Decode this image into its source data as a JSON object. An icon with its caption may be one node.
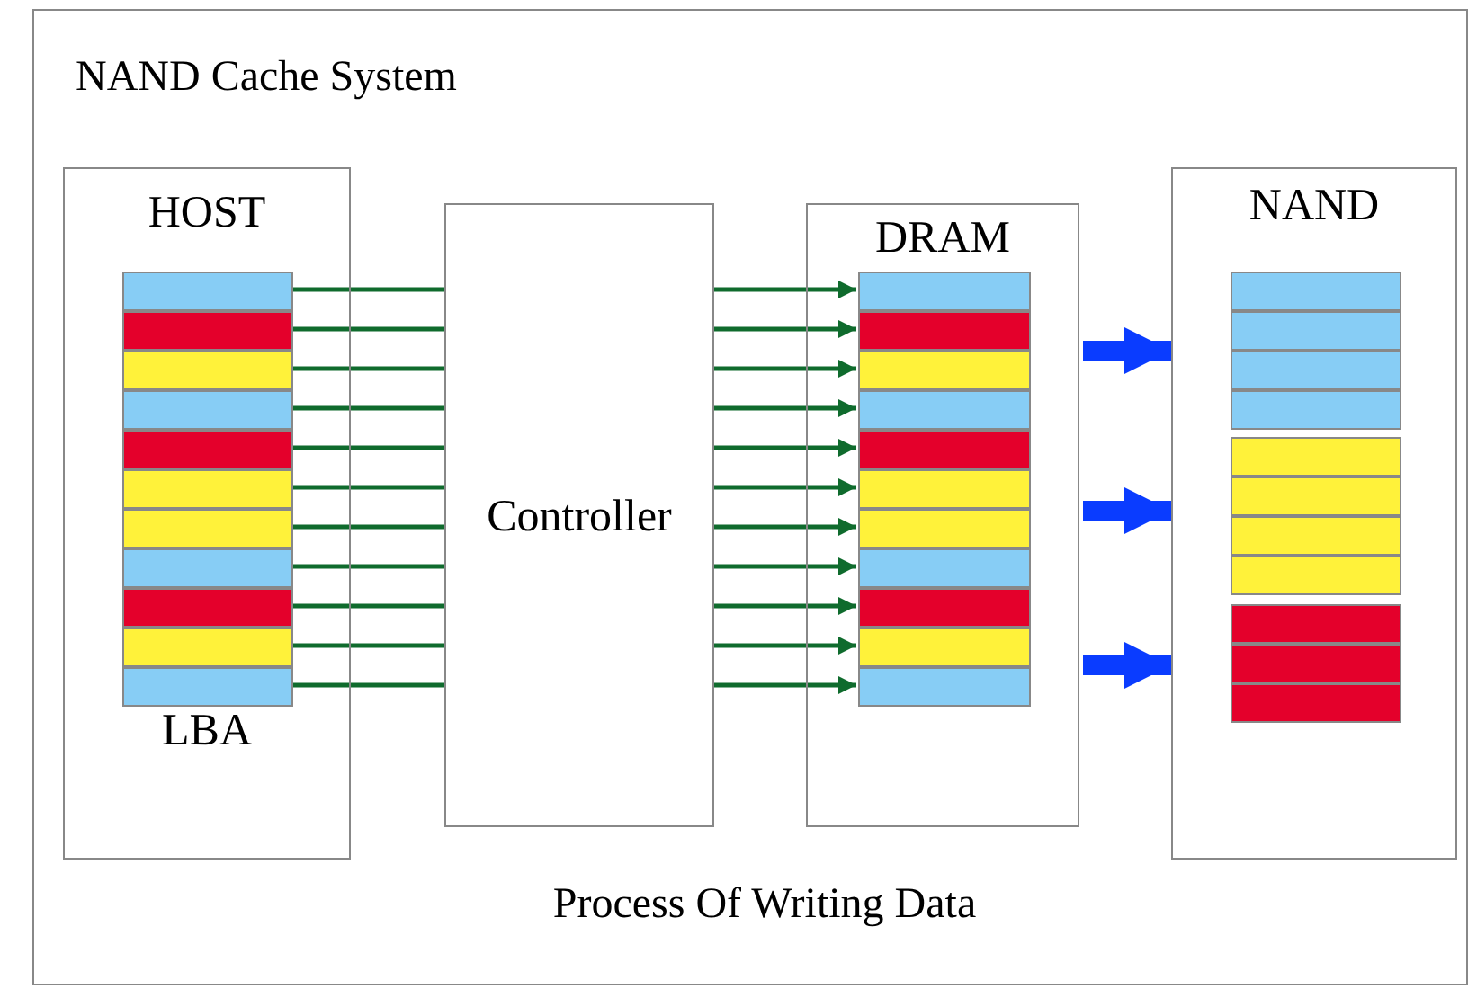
{
  "diagram": {
    "title": "NAND Cache System",
    "caption": "Process Of Writing Data",
    "nodes": [
      {
        "text": [
          "HOST",
          "LBA"
        ]
      },
      {
        "text": [],
        "shape": "bar",
        "in": 0
      },
      {
        "text": [],
        "shape": "bar",
        "in": 0
      },
      {
        "text": [],
        "shape": "bar",
        "in": 0
      },
      {
        "text": [],
        "shape": "bar",
        "in": 0
      },
      {
        "text": [],
        "shape": "bar",
        "in": 0
      },
      {
        "text": [],
        "shape": "bar",
        "in": 0
      },
      {
        "text": [],
        "shape": "bar",
        "in": 0
      },
      {
        "text": [],
        "shape": "bar",
        "in": 0
      },
      {
        "text": [],
        "shape": "bar",
        "in": 0
      },
      {
        "text": [],
        "shape": "bar",
        "in": 0
      },
      {
        "text": [],
        "shape": "bar",
        "in": 0
      },
      {
        "text": [
          "Controller"
        ]
      },
      {
        "text": [
          "DRAM"
        ]
      },
      {
        "text": [],
        "shape": "bar",
        "in": 13
      },
      {
        "text": [],
        "shape": "bar",
        "in": 13
      },
      {
        "text": [],
        "shape": "bar",
        "in": 13
      },
      {
        "text": [],
        "shape": "bar",
        "in": 13
      },
      {
        "text": [],
        "shape": "bar",
        "in": 13
      },
      {
        "text": [],
        "shape": "bar",
        "in": 13
      },
      {
        "text": [],
        "shape": "bar",
        "in": 13
      },
      {
        "text": [],
        "shape": "bar",
        "in": 13
      },
      {
        "text": [],
        "shape": "bar",
        "in": 13
      },
      {
        "text": [],
        "shape": "bar",
        "in": 13
      },
      {
        "text": [],
        "shape": "bar",
        "in": 13
      },
      {
        "text": [
          "NAND"
        ]
      },
      {
        "text": [],
        "shape": "bar",
        "in": 25
      },
      {
        "text": [],
        "shape": "bar",
        "in": 25
      },
      {
        "text": [],
        "shape": "bar",
        "in": 25
      },
      {
        "text": [],
        "shape": "bar",
        "in": 25
      },
      {
        "text": [],
        "shape": "bar",
        "in": 25
      },
      {
        "text": [],
        "shape": "bar",
        "in": 25
      },
      {
        "text": [],
        "shape": "bar",
        "in": 25
      },
      {
        "text": [],
        "shape": "bar",
        "in": 25
      },
      {
        "text": [],
        "shape": "bar",
        "in": 25
      },
      {
        "text": [],
        "shape": "bar",
        "in": 25
      },
      {
        "text": [],
        "shape": "bar",
        "in": 25
      }
    ],
    "edges": [
      {
        "from": 1,
        "to": 12,
        "arrow": "none"
      },
      {
        "from": 2,
        "to": 12,
        "arrow": "none"
      },
      {
        "from": 3,
        "to": 12,
        "arrow": "none"
      },
      {
        "from": 4,
        "to": 12,
        "arrow": "none"
      },
      {
        "from": 5,
        "to": 12,
        "arrow": "none"
      },
      {
        "from": 6,
        "to": 12,
        "arrow": "none"
      },
      {
        "from": 7,
        "to": 12,
        "arrow": "none"
      },
      {
        "from": 8,
        "to": 12,
        "arrow": "none"
      },
      {
        "from": 9,
        "to": 12,
        "arrow": "none"
      },
      {
        "from": 10,
        "to": 12,
        "arrow": "none"
      },
      {
        "from": 11,
        "to": 12,
        "arrow": "none"
      },
      {
        "from": 12,
        "to": 14,
        "arrow": "to"
      },
      {
        "from": 12,
        "to": 15,
        "arrow": "to"
      },
      {
        "from": 12,
        "to": 16,
        "arrow": "to"
      },
      {
        "from": 12,
        "to": 17,
        "arrow": "to"
      },
      {
        "from": 12,
        "to": 18,
        "arrow": "to"
      },
      {
        "from": 12,
        "to": 19,
        "arrow": "to"
      },
      {
        "from": 12,
        "to": 20,
        "arrow": "to"
      },
      {
        "from": 12,
        "to": 21,
        "arrow": "to"
      },
      {
        "from": 12,
        "to": 22,
        "arrow": "to"
      },
      {
        "from": 12,
        "to": 23,
        "arrow": "to"
      },
      {
        "from": 12,
        "to": 24,
        "arrow": "to"
      },
      {
        "from": 13,
        "to": 25,
        "arrow": "to",
        "style": "thick",
        "color": "#0a3cff"
      },
      {
        "from": 13,
        "to": 25,
        "arrow": "to",
        "style": "thick",
        "color": "#0a3cff"
      },
      {
        "from": 13,
        "to": 25,
        "arrow": "to",
        "style": "thick",
        "color": "#0a3cff"
      }
    ]
  }
}
